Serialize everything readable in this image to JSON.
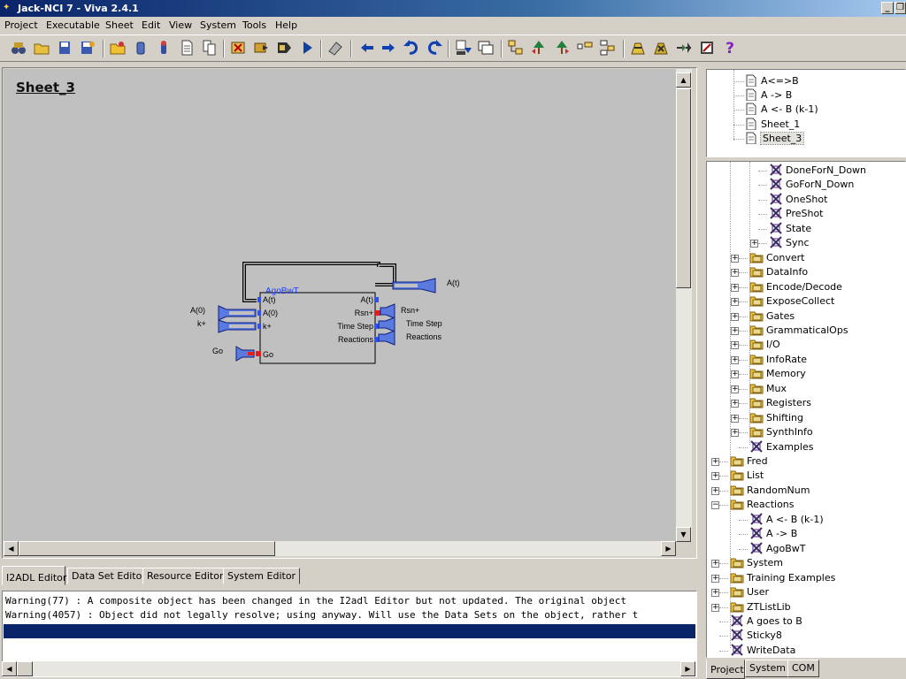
{
  "window": {
    "title": "Jack-NCI 7 - Viva 2.4.1"
  },
  "menu": [
    "Project",
    "Executable",
    "Sheet",
    "Edit",
    "View",
    "System",
    "Tools",
    "Help"
  ],
  "toolbar_icons": [
    "binoculars-icon",
    "open-folder-icon",
    "save-icon",
    "save-as-icon",
    "folder-icon",
    "object-icon",
    "bottle-icon",
    "document-icon",
    "copy-document-icon",
    "delete-icon",
    "build-icon",
    "run-icon",
    "play-icon",
    "erase-icon",
    "back-arrow-icon",
    "forward-arrow-icon",
    "undo-icon",
    "redo-icon",
    "download-icon",
    "window-icon",
    "tree-icon",
    "tree-left-icon",
    "tree-right-icon",
    "flag-icon",
    "list-icon",
    "group-icon",
    "ungroup-icon",
    "connect-icon",
    "calculator-icon",
    "help-icon"
  ],
  "sheet": {
    "title": "Sheet_3"
  },
  "diagram": {
    "block_name": "AgoBwT",
    "in_ports": [
      "A(t)",
      "A(0)",
      "k+",
      "Go"
    ],
    "out_ports": [
      "A(t)",
      "Rsn+",
      "Time Step",
      "Reactions"
    ],
    "external_inputs": [
      "A(0)",
      "k+",
      "Go"
    ],
    "external_outputs": [
      "A(t)",
      "Rsn+",
      "Time Step",
      "Reactions"
    ]
  },
  "editor_tabs": [
    "I2ADL Editor",
    "Data Set Editor",
    "Resource Editor",
    "System Editor"
  ],
  "console": [
    "Warning(77)   : A composite object has been changed in the I2adl Editor but not updated.  The original object",
    "Warning(4057) : Object did not legally resolve; using anyway.  Will use the Data Sets on the object, rather t"
  ],
  "top_tree": [
    "A<=>B",
    "A -> B",
    "A <- B (k-1)",
    "Sheet_1",
    "Sheet_3"
  ],
  "top_tree_selected": "Sheet_3",
  "lib_tree": {
    "leaf_items": [
      "DoneForN_Down",
      "GoForN_Down",
      "OneShot",
      "PreShot",
      "State"
    ],
    "sync": "Sync",
    "subfolders": [
      "Convert",
      "DataInfo",
      "Encode/Decode",
      "ExposeCollect",
      "Gates",
      "GrammaticalOps",
      "I/O",
      "InfoRate",
      "Memory",
      "Mux",
      "Registers",
      "Shifting",
      "SynthInfo"
    ],
    "examples": "Examples",
    "top_folders_a": [
      "Fred",
      "List",
      "RandomNum"
    ],
    "reactions": "Reactions",
    "reactions_children": [
      "A <- B (k-1)",
      "A -> B",
      "AgoBwT"
    ],
    "top_folders_b": [
      "System",
      "Training Examples",
      "User",
      "ZTListLib"
    ],
    "bottom_objects": [
      "A goes to B",
      "Sticky8",
      "WriteData"
    ]
  },
  "right_tabs": [
    "Project",
    "System",
    "COM"
  ]
}
